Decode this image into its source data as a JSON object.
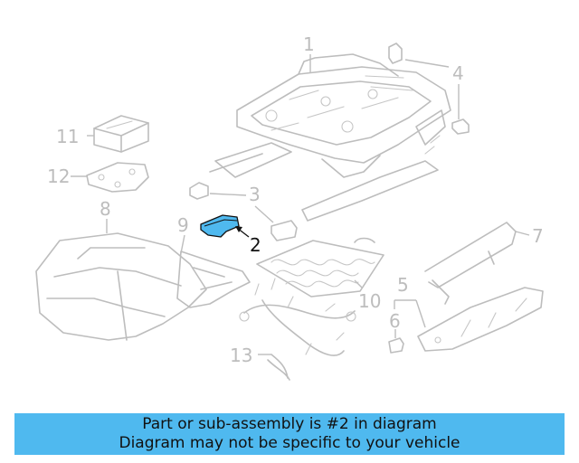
{
  "diagram": {
    "callouts": [
      {
        "id": "1",
        "label": "1"
      },
      {
        "id": "2",
        "label": "2"
      },
      {
        "id": "3",
        "label": "3"
      },
      {
        "id": "4",
        "label": "4"
      },
      {
        "id": "5",
        "label": "5"
      },
      {
        "id": "6",
        "label": "6"
      },
      {
        "id": "7",
        "label": "7"
      },
      {
        "id": "8",
        "label": "8"
      },
      {
        "id": "9",
        "label": "9"
      },
      {
        "id": "10",
        "label": "10"
      },
      {
        "id": "11",
        "label": "11"
      },
      {
        "id": "12",
        "label": "12"
      },
      {
        "id": "13",
        "label": "13"
      }
    ],
    "highlighted_part": "2",
    "colors": {
      "line": "#bdbdbd",
      "highlight_fill": "#4fb9ef",
      "highlight_stroke": "#111111",
      "banner": "#4fb9ef"
    }
  },
  "banner": {
    "line1": "Part or sub-assembly is #2 in diagram",
    "line2": "Diagram may not be specific to your vehicle"
  }
}
